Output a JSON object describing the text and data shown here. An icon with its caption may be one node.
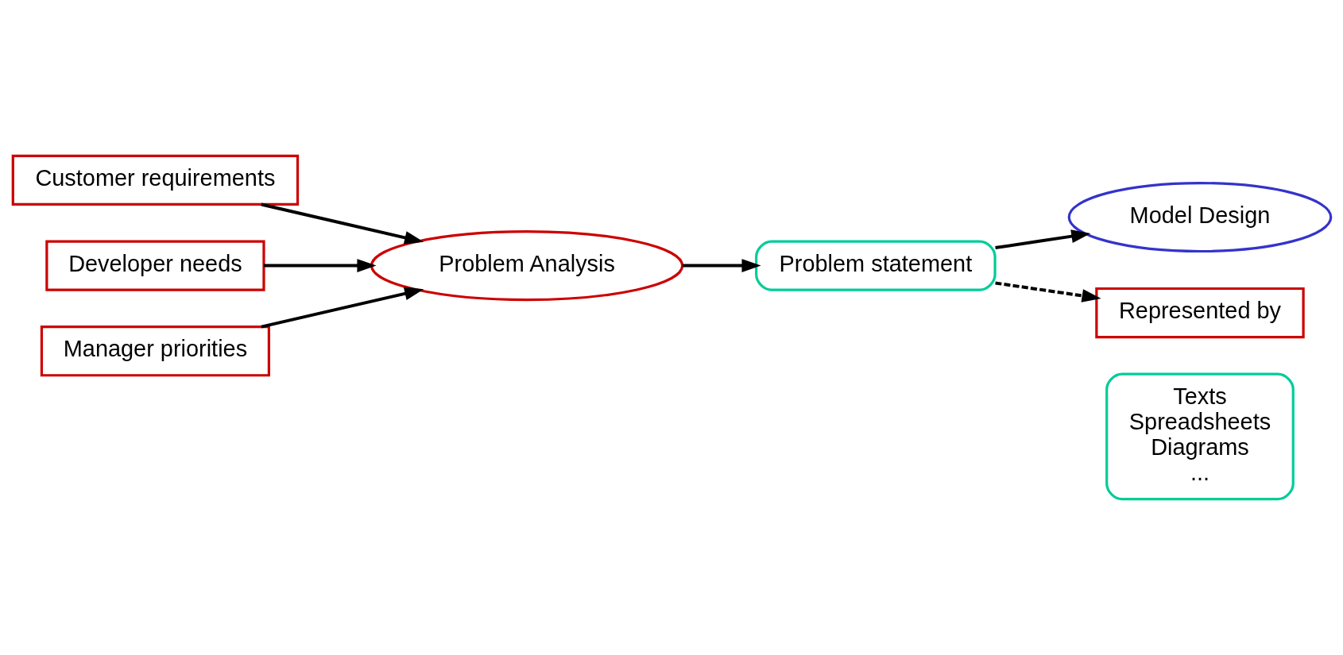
{
  "diagram": {
    "nodes": [
      {
        "text": [
          "Customer requirements"
        ]
      },
      {
        "text": [
          "Developer needs"
        ]
      },
      {
        "text": [
          "Manager priorities"
        ]
      },
      {
        "text": [
          "Problem Analysis"
        ]
      },
      {
        "text": [
          "Problem statement"
        ]
      },
      {
        "text": [
          "Model Design"
        ]
      },
      {
        "text": [
          "Texts",
          "Spreadsheets",
          "Diagrams",
          "..."
        ]
      },
      {
        "text": [
          "Represented by"
        ]
      }
    ],
    "edges": [
      {
        "from": 0,
        "to": 3,
        "arrow": "to"
      },
      {
        "from": 1,
        "to": 3,
        "arrow": "to"
      },
      {
        "from": 2,
        "to": 3,
        "arrow": "to"
      },
      {
        "from": 3,
        "to": 4,
        "arrow": "to"
      },
      {
        "from": 4,
        "to": 5,
        "arrow": "to"
      },
      {
        "from": 4,
        "to": 7,
        "arrow": "to",
        "style": "dashed"
      }
    ]
  }
}
